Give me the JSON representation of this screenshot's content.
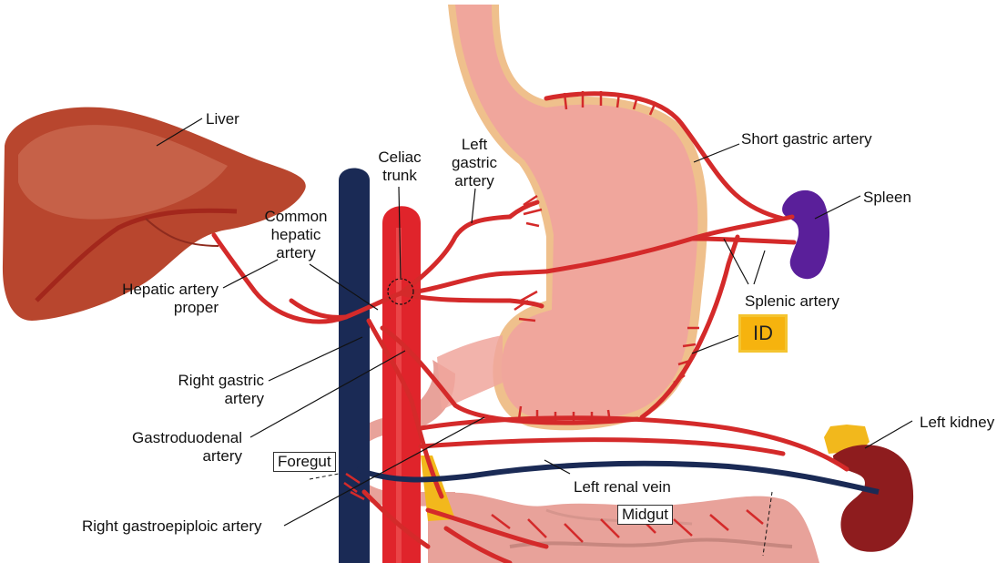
{
  "labels": {
    "liver": "Liver",
    "celiac_trunk_1": "Celiac",
    "celiac_trunk_2": "trunk",
    "left_gastric_1": "Left",
    "left_gastric_2": "gastric",
    "left_gastric_3": "artery",
    "short_gastric": "Short gastric artery",
    "spleen": "Spleen",
    "common_hepatic_1": "Common",
    "common_hepatic_2": "hepatic",
    "common_hepatic_3": "artery",
    "hepatic_proper_1": "Hepatic artery",
    "hepatic_proper_2": "proper",
    "splenic_artery": "Splenic artery",
    "id_badge": "ID",
    "right_gastric_1": "Right gastric",
    "right_gastric_2": "artery",
    "gastroduodenal_1": "Gastroduodenal",
    "gastroduodenal_2": "artery",
    "left_kidney": "Left kidney",
    "foregut": "Foregut",
    "left_renal_vein": "Left renal vein",
    "midgut": "Midgut",
    "right_gastroepiploic": "Right gastroepiploic artery"
  },
  "colors": {
    "artery": "#d42a2a",
    "aorta": "#e0242b",
    "vena_cava": "#1a2a55",
    "liver": "#b8462e",
    "stomach": "#f0a69c",
    "stomach_rim": "#efc08c",
    "spleen": "#5a1f9a",
    "kidney": "#8e1c1e",
    "adrenal": "#f2b81c",
    "intestine": "#e8a29a",
    "badge": "#f6b30e"
  }
}
